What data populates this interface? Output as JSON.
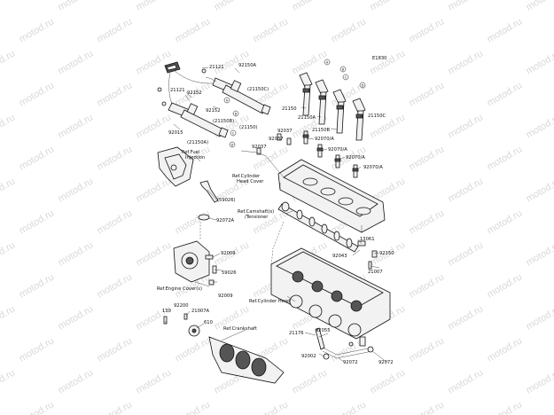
{
  "watermark": "motod.ru",
  "figure_id": "E1830",
  "callouts": [
    "A",
    "B",
    "C",
    "D",
    "E"
  ],
  "labels": {
    "p21121_top": "21121",
    "p92150A": "92150A",
    "p21121_left": "21121",
    "p92152_a": "92152",
    "p21150C_paren": "(21150C)",
    "p92152_b": "92152",
    "p21150B_paren": "(21150B)",
    "p92015": "92015",
    "p21150_paren": "(21150)",
    "p21150A_paren": "(21150A)",
    "p92037_a": "92037",
    "p92037_b": "92037",
    "p92037_c": "92037",
    "p21150": "21150",
    "p21150A": "21150A",
    "p21150B": "21150B",
    "p21150C": "21150C",
    "p92070A_1": "92070/A",
    "p92070A_2": "92070/A",
    "p92070A_3": "92070/A",
    "p92070A_4": "92070/A",
    "ref_fuel_1": "Ref.Fuel",
    "ref_fuel_2": "Injection",
    "ref_head_cover_1": "Ref.Cylinder",
    "ref_head_cover_2": "Head Cover",
    "p59026_paren": "(59026)",
    "ref_camshaft_1": "Ref.Camshaft(s)",
    "ref_camshaft_2": "/Tensioner",
    "p92072A": "92072A",
    "p13061": "13061",
    "p92043": "92043",
    "p92150": "92150",
    "p21007": "21007",
    "p92009": "92009",
    "p59026": "59026",
    "p92009_b": "92009",
    "ref_engine_cover": "Ref.Engine Cover(s)",
    "ref_cyl_head": "Ref.Cylinder Head",
    "p130": "130",
    "p92200": "92200",
    "p21007A": "21007A",
    "p610": "610",
    "ref_crankshaft": "Ref.Crankshaft",
    "p21176": "21176",
    "p92055": "92055",
    "p92002": "92002",
    "p92072_a": "92072",
    "p92072_b": "92072"
  }
}
